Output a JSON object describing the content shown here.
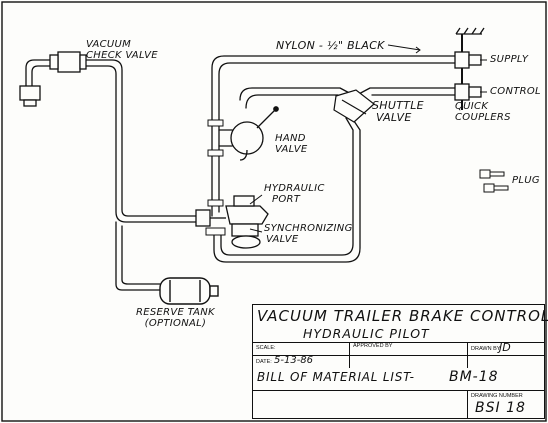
{
  "labels": {
    "vacuum_check_valve_line1": "VACUUM",
    "vacuum_check_valve_line2": "CHECK VALVE",
    "nylon_line": "NYLON - ½\" BLACK",
    "supply": "SUPPLY",
    "control": "CONTROL",
    "quick_couplers_line1": "QUICK",
    "quick_couplers_line2": "COUPLERS",
    "shuttle_valve_line1": "SHUTTLE",
    "shuttle_valve_line2": "VALVE",
    "hand_valve_line1": "HAND",
    "hand_valve_line2": "VALVE",
    "hydraulic_port_line1": "HYDRAULIC",
    "hydraulic_port_line2": "PORT",
    "synchronizing_valve_line1": "SYNCHRONIZING",
    "synchronizing_valve_line2": "VALVE",
    "plug": "PLUG",
    "reserve_tank_line1": "RESERVE TANK",
    "reserve_tank_line2": "(OPTIONAL)"
  },
  "title_block": {
    "title": "VACUUM TRAILER BRAKE CONTROLS",
    "subtitle": "HYDRAULIC PILOT",
    "scale_label": "SCALE:",
    "approved_by_label": "APPROVED BY",
    "drawn_by_label": "DRAWN BY",
    "drawn_by_value": "JD",
    "date_label": "DATE:",
    "date_value": "5-13-86",
    "bill_of_material": "BILL OF MATERIAL LIST-",
    "bill_number": "BM-18",
    "drawing_number_label": "DRAWING NUMBER",
    "drawing_number_value": "BSI 18"
  },
  "colors": {
    "ink": "#111111",
    "paper": "#fdfdfb"
  }
}
